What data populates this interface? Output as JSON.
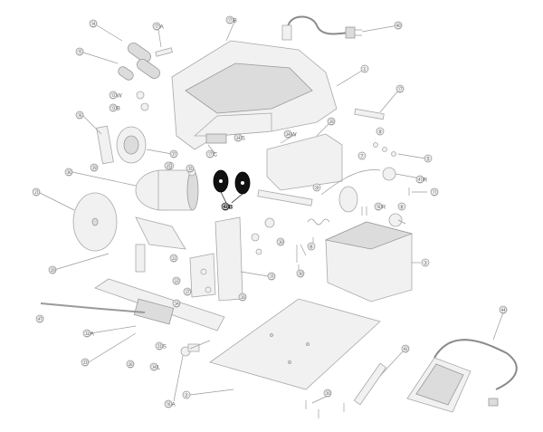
{
  "diagram": {
    "callouts": [
      {
        "key": "c14",
        "text": "⑭"
      },
      {
        "key": "c17a",
        "text": "⑰A"
      },
      {
        "key": "c17b",
        "text": "⑰B"
      },
      {
        "key": "c40",
        "text": "㊵"
      },
      {
        "key": "c15",
        "text": "⑮"
      },
      {
        "key": "c1",
        "text": "①"
      },
      {
        "key": "c13w",
        "text": "⑬W"
      },
      {
        "key": "c13b",
        "text": "⑬B"
      },
      {
        "key": "c17",
        "text": "⑰"
      },
      {
        "key": "c16",
        "text": "⑯"
      },
      {
        "key": "c37",
        "text": "㊲"
      },
      {
        "key": "c17c",
        "text": "⑰C"
      },
      {
        "key": "c24s",
        "text": "㉔S"
      },
      {
        "key": "c24w",
        "text": "㉔W"
      },
      {
        "key": "c28",
        "text": "㉘"
      },
      {
        "key": "c5",
        "text": "⑤"
      },
      {
        "key": "c9",
        "text": "⑨"
      },
      {
        "key": "c41r",
        "text": "㊶R"
      },
      {
        "key": "c11",
        "text": "⑪"
      },
      {
        "key": "c7",
        "text": "⑦"
      },
      {
        "key": "c36",
        "text": "㊱"
      },
      {
        "key": "c35",
        "text": "㉟"
      },
      {
        "key": "c25",
        "text": "㉕"
      },
      {
        "key": "c43b",
        "text": "㊸B"
      },
      {
        "key": "c21",
        "text": "㉑"
      },
      {
        "key": "c10",
        "text": "⑩"
      },
      {
        "key": "c18r",
        "text": "⑱R"
      },
      {
        "key": "c8",
        "text": "⑧"
      },
      {
        "key": "c20",
        "text": "⑳"
      },
      {
        "key": "c6",
        "text": "⑥"
      },
      {
        "key": "c3",
        "text": "③"
      },
      {
        "key": "c23",
        "text": "㉓"
      },
      {
        "key": "c22",
        "text": "㉒"
      },
      {
        "key": "c27",
        "text": "㉗"
      },
      {
        "key": "c29",
        "text": "㉙"
      },
      {
        "key": "c31",
        "text": "㉛"
      },
      {
        "key": "c34",
        "text": "㉞"
      },
      {
        "key": "c28b",
        "text": "㉘"
      },
      {
        "key": "c30",
        "text": "㉚"
      },
      {
        "key": "c47",
        "text": "㊼"
      },
      {
        "key": "c32a",
        "text": "㉜A"
      },
      {
        "key": "c33",
        "text": "㉝"
      },
      {
        "key": "c26",
        "text": "㉖"
      },
      {
        "key": "c34l",
        "text": "㉞L"
      },
      {
        "key": "c33s",
        "text": "㉝S"
      },
      {
        "key": "c38",
        "text": "㊳"
      },
      {
        "key": "c42",
        "text": "㊷"
      },
      {
        "key": "c44",
        "text": "㊹"
      },
      {
        "key": "c18a",
        "text": "⑱A"
      },
      {
        "key": "c2",
        "text": "②"
      },
      {
        "key": "c39",
        "text": "㊴"
      }
    ]
  }
}
